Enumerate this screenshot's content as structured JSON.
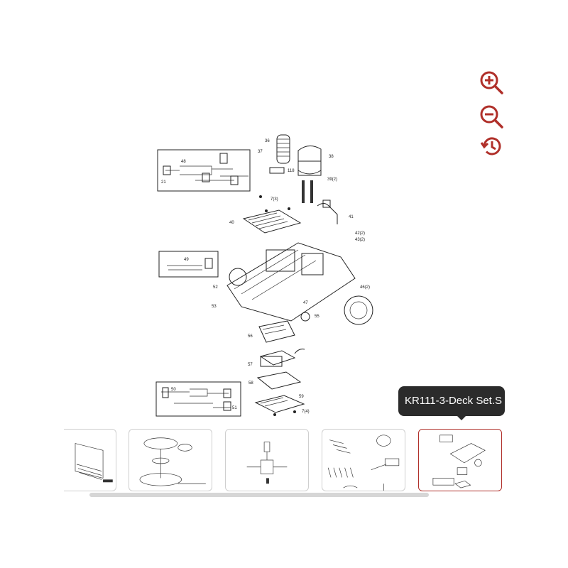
{
  "viewer": {
    "tooltip": "KR111-3-Deck Set.S",
    "controls": {
      "zoom_in": "zoom-in-icon",
      "zoom_out": "zoom-out-icon",
      "reset": "reset-history-icon"
    },
    "accent_color": "#b0302a"
  },
  "diagram": {
    "callouts": [
      "36",
      "37",
      "38",
      "39(2)",
      "118",
      "48",
      "21",
      "7(3)",
      "41",
      "40",
      "42(2)",
      "43(2)",
      "49",
      "52",
      "53",
      "47",
      "46(2)",
      "55",
      "56",
      "57",
      "58",
      "59",
      "7(4)",
      "50",
      "51"
    ]
  },
  "thumbnails": [
    {
      "name": "thumbnail-1",
      "active": false
    },
    {
      "name": "thumbnail-2",
      "active": false
    },
    {
      "name": "thumbnail-3",
      "active": false
    },
    {
      "name": "thumbnail-4",
      "active": false
    },
    {
      "name": "thumbnail-5",
      "active": true
    }
  ]
}
